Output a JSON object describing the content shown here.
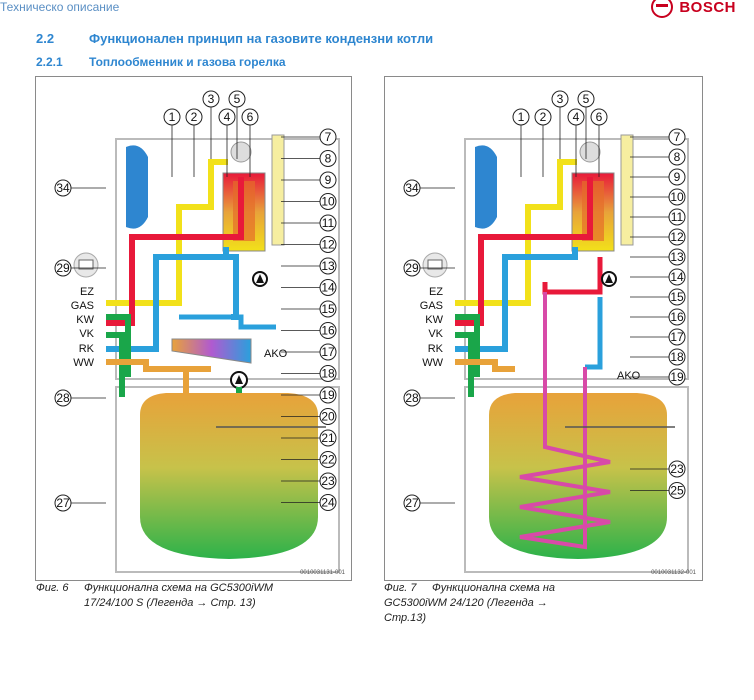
{
  "header": {
    "section_label": "Техническо описание",
    "brand": "BOSCH"
  },
  "heading": {
    "number": "2.2",
    "title": "Функционален принцип на газовите кондензни котли"
  },
  "subheading": {
    "number": "2.2.1",
    "title": "Топлообменник и газова горелка"
  },
  "figure1": {
    "code": "0010031131-001",
    "caption_label": "Фиг. 6",
    "caption_line1": "Функционална схема на GC5300iWM",
    "caption_line2": "17/24/100 S (Легенда → Стр. 13)",
    "connections": [
      "EZ",
      "GAS",
      "KW",
      "VK",
      "RK",
      "WW"
    ],
    "ako_label": "AKO",
    "callouts_top": [
      "1",
      "2",
      "3",
      "4",
      "5",
      "6"
    ],
    "callouts_right": [
      "7",
      "8",
      "9",
      "10",
      "11",
      "12",
      "13",
      "14",
      "15",
      "16",
      "17",
      "18",
      "19",
      "20",
      "21",
      "22",
      "23",
      "24"
    ],
    "callouts_left": [
      "34",
      "29",
      "28",
      "27"
    ]
  },
  "figure2": {
    "code": "0010031132-001",
    "caption_label": "Фиг. 7",
    "caption_line1": "Функционална схема на",
    "caption_line2": "GC5300iWM 24/120 (Легенда →",
    "caption_line3": "Стр.13)",
    "connections": [
      "EZ",
      "GAS",
      "KW",
      "VK",
      "RK",
      "WW"
    ],
    "ako_label": "AKO",
    "callouts_top": [
      "1",
      "2",
      "3",
      "4",
      "5",
      "6"
    ],
    "callouts_right": [
      "7",
      "8",
      "9",
      "10",
      "11",
      "12",
      "13",
      "14",
      "15",
      "16",
      "17",
      "18",
      "19",
      "23",
      "25"
    ],
    "callouts_left": [
      "34",
      "29",
      "28",
      "27"
    ]
  },
  "colors": {
    "heading": "#2e86d0",
    "brand": "#c8001e",
    "gas_pipe": "#f2e11a",
    "flow_pipe": "#e8193a",
    "return_pipe": "#2aa0dc",
    "cold_water": "#1aa64a",
    "hot_water": "#e8a23a",
    "tank_top": "#e8a23a",
    "tank_bottom": "#2cb24a"
  }
}
